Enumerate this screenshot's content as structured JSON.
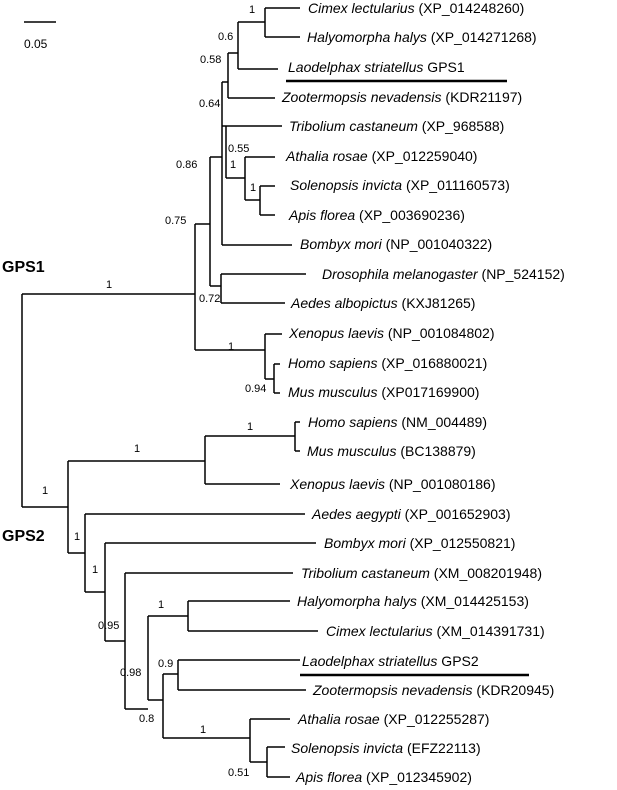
{
  "scale_bar": {
    "label": "0.05"
  },
  "groups": {
    "gps1": "GPS1",
    "gps2": "GPS2"
  },
  "leaves": [
    {
      "genus_species": "Cimex lectularius",
      "accession": " (XP_014248260)"
    },
    {
      "genus_species": "Halyomorpha halys",
      "accession": " (XP_014271268)"
    },
    {
      "genus_species": "Laodelphax striatellus",
      "accession": " GPS1",
      "highlight": true
    },
    {
      "genus_species": "Zootermopsis nevadensis",
      "accession": " (KDR21197)"
    },
    {
      "genus_species": "Tribolium castaneum",
      "accession": " (XP_968588)"
    },
    {
      "genus_species": "Athalia rosae",
      "accession": " (XP_012259040)"
    },
    {
      "genus_species": "Solenopsis invicta",
      "accession": " (XP_011160573)"
    },
    {
      "genus_species": "Apis florea",
      "accession": " (XP_003690236)"
    },
    {
      "genus_species": "Bombyx mori",
      "accession": " (NP_001040322)"
    },
    {
      "genus_species": "Drosophila melanogaster",
      "accession": " (NP_524152)"
    },
    {
      "genus_species": "Aedes albopictus",
      "accession": " (KXJ81265)"
    },
    {
      "genus_species": "Xenopus laevis",
      "accession": " (NP_001084802)"
    },
    {
      "genus_species": "Homo sapiens",
      "accession": " (XP_016880021)"
    },
    {
      "genus_species": "Mus musculus",
      "accession": " (XP017169900)"
    },
    {
      "genus_species": "Homo sapiens",
      "accession": " (NM_004489)"
    },
    {
      "genus_species": "Mus musculus",
      "accession": " (BC138879)"
    },
    {
      "genus_species": "Xenopus laevis",
      "accession": " (NP_001080186)"
    },
    {
      "genus_species": "Aedes aegypti",
      "accession": " (XP_001652903)"
    },
    {
      "genus_species": "Bombyx mori",
      "accession": " (XP_012550821)"
    },
    {
      "genus_species": "Tribolium castaneum",
      "accession": " (XM_008201948)"
    },
    {
      "genus_species": "Halyomorpha halys",
      "accession": " (XM_014425153)"
    },
    {
      "genus_species": "Cimex lectularius",
      "accession": " (XM_014391731)"
    },
    {
      "genus_species": "Laodelphax striatellus",
      "accession": " GPS2",
      "highlight": true
    },
    {
      "genus_species": "Zootermopsis nevadensis",
      "accession": " (KDR20945)"
    },
    {
      "genus_species": "Athalia rosae",
      "accession": " (XP_012255287)"
    },
    {
      "genus_species": "Solenopsis invicta",
      "accession": " (EFZ22113)"
    },
    {
      "genus_species": "Apis florea",
      "accession": " (XP_012345902)"
    }
  ],
  "support_values": [
    "1",
    "0.6",
    "0.58",
    "0.64",
    "0.55",
    "1",
    "1",
    "0.86",
    "0.75",
    "0.72",
    "1",
    "0.94",
    "1",
    "1",
    "1",
    "1",
    "1",
    "0.95",
    "1",
    "0.98",
    "0.9",
    "0.8",
    "1",
    "0.51",
    "1"
  ]
}
